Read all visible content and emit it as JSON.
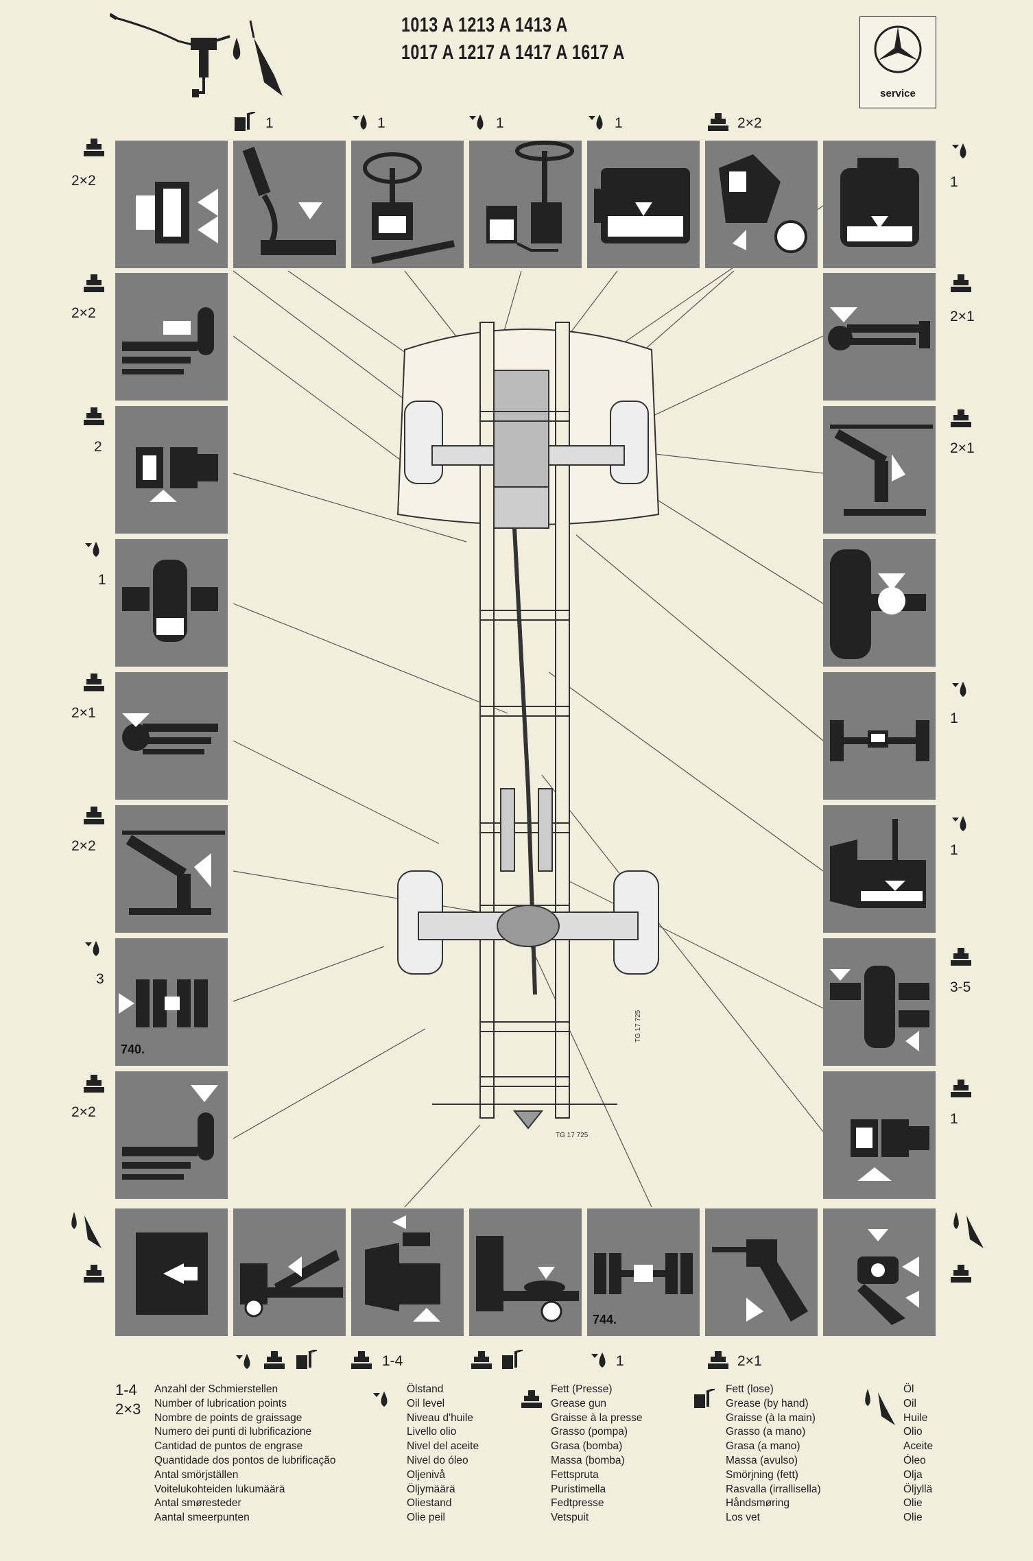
{
  "header": {
    "models_line1": "1013 A  1213 A  1413 A",
    "models_line2": "1017 A  1217 A  1417 A  1617 A",
    "logo_text": "service"
  },
  "colors": {
    "panel_gray": "#7d7d7d",
    "paper": "#f2eedd",
    "ink": "#1e1e1e"
  },
  "top_row": {
    "items": [
      {
        "icon": "oil-can-icon",
        "count": "1"
      },
      {
        "icon": "oil-level-icon",
        "count": "1"
      },
      {
        "icon": "oil-level-icon",
        "count": "1"
      },
      {
        "icon": "oil-level-icon",
        "count": "1"
      },
      {
        "icon": "grease-gun-icon",
        "count": "2×2"
      }
    ]
  },
  "left_column": {
    "items": [
      {
        "icon": "grease-gun-icon",
        "count": "2×2"
      },
      {
        "icon": "grease-gun-icon",
        "count": "2×2"
      },
      {
        "icon": "grease-gun-icon",
        "count": "2"
      },
      {
        "icon": "oil-level-icon",
        "count": "1"
      },
      {
        "icon": "grease-gun-icon",
        "count": "2×1"
      },
      {
        "icon": "grease-gun-icon",
        "count": "2×2"
      },
      {
        "icon": "oil-level-icon",
        "count": "3"
      },
      {
        "icon": "grease-gun-icon",
        "count": "2×2"
      }
    ]
  },
  "right_column": {
    "items": [
      {
        "icon": "oil-level-icon",
        "count": "1"
      },
      {
        "icon": "grease-gun-icon",
        "count": "2×1"
      },
      {
        "icon": "grease-gun-icon",
        "count": "2×1"
      },
      {
        "icon": "oil-level-icon",
        "count": "1"
      },
      {
        "icon": "oil-level-icon",
        "count": "1"
      },
      {
        "icon": "grease-gun-icon",
        "count": "3-5"
      },
      {
        "icon": "grease-gun-icon",
        "count": "1"
      }
    ]
  },
  "bottom_row": {
    "items": [
      {
        "icons": [
          "oil-level-icon",
          "grease-gun-icon",
          "oil-can-icon"
        ],
        "count": ""
      },
      {
        "icons": [
          "grease-gun-icon"
        ],
        "count": "1-4"
      },
      {
        "icons": [
          "grease-gun-icon",
          "oil-can-icon"
        ],
        "count": ""
      },
      {
        "icons": [
          "oil-level-icon"
        ],
        "count": "1"
      },
      {
        "icons": [
          "grease-gun-icon"
        ],
        "count": "2×1"
      }
    ]
  },
  "panel_labels": {
    "p740": "740.",
    "p744": "744."
  },
  "drawing_ref": {
    "tg1": "TG 17 725",
    "tg2": "TG 17 725"
  },
  "legend": {
    "count_examples": [
      "1-4",
      "2×3"
    ],
    "count_lines": [
      "Anzahl der Schmierstellen",
      "Number of lubrication points",
      "Nombre de points de graissage",
      "Numero dei punti di lubrificazione",
      "Cantidad de puntos de engrase",
      "Quantidade dos pontos de lubrificação",
      "Antal smörjställen",
      "Voitelukohteiden lukumäärä",
      "Antal smøresteder",
      "Aantal smeerpunten"
    ],
    "oil_level_lines": [
      "Ölstand",
      "Oil level",
      "Niveau d'huile",
      "Livello olio",
      "Nivel del aceite",
      "Nivel do óleo",
      "Oljenivå",
      "Öljymäärä",
      "Oliestand",
      "Olie peil"
    ],
    "grease_gun_lines": [
      "Fett (Presse)",
      "Grease gun",
      "Graisse à la presse",
      "Grasso (pompa)",
      "Grasa (bomba)",
      "Massa (bomba)",
      "Fettspruta",
      "Puristimella",
      "Fedtpresse",
      "Vetspuit"
    ],
    "grease_hand_lines": [
      "Fett (lose)",
      "Grease (by hand)",
      "Graisse (à la main)",
      "Grasso (a mano)",
      "Grasa (a mano)",
      "Massa (avulso)",
      "Smörjning (fett)",
      "Rasvalla (irrallisella)",
      "Håndsmøring",
      "Los vet"
    ],
    "oil_lines": [
      "Öl",
      "Oil",
      "Huile",
      "Olio",
      "Aceite",
      "Óleo",
      "Olja",
      "Öljyllä",
      "Olie",
      "Olie"
    ]
  }
}
